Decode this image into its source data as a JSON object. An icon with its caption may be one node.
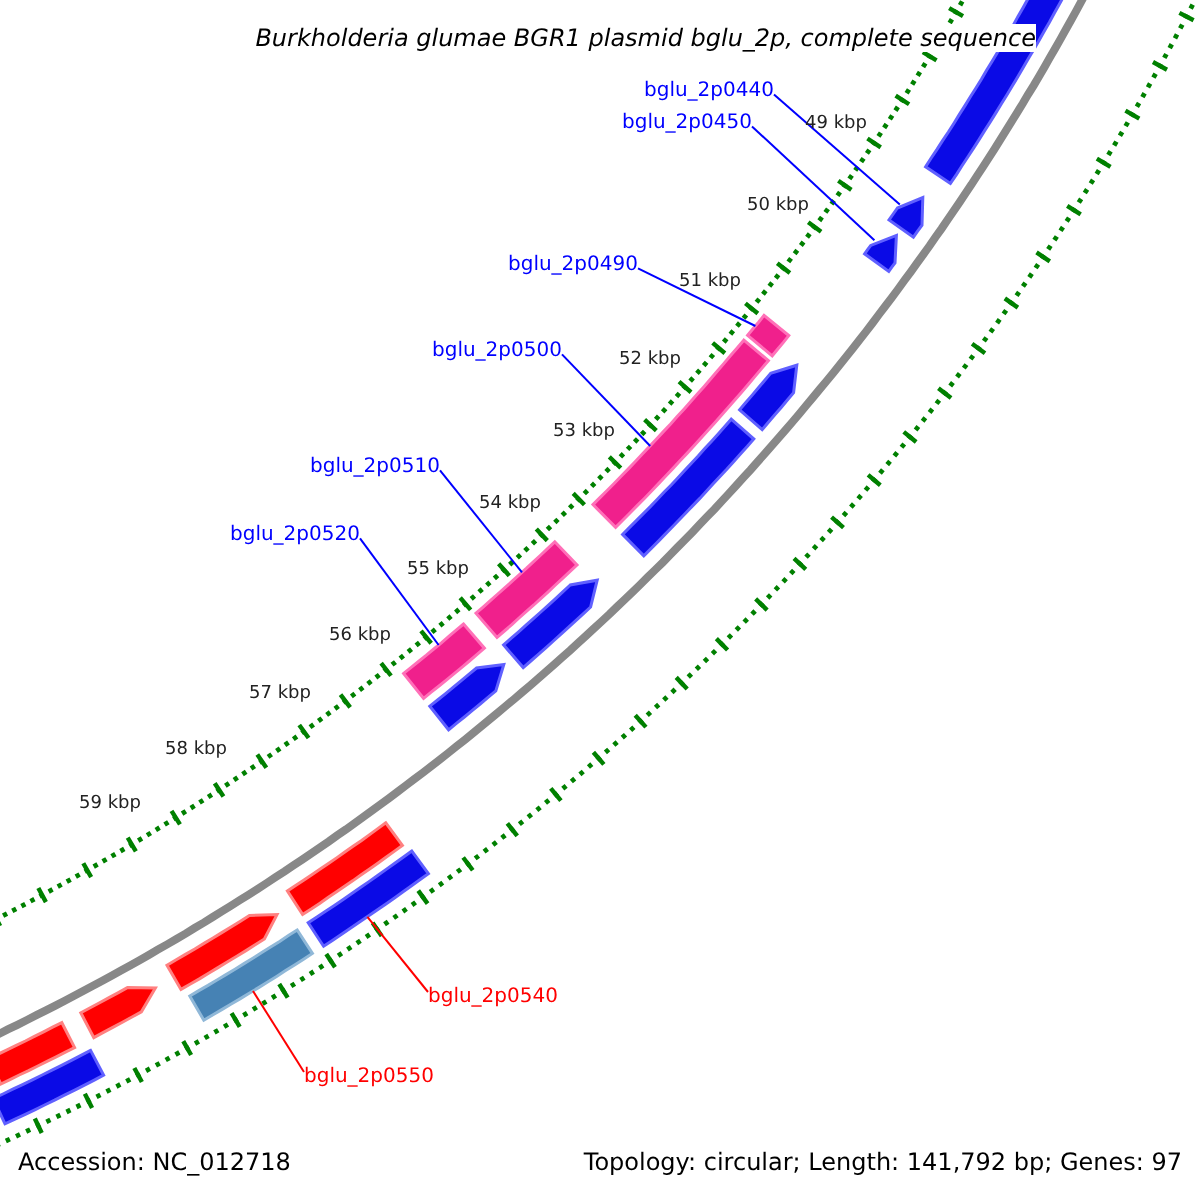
{
  "diagram": {
    "title": "Burkholderia glumae BGR1 plasmid bglu_2p, complete sequence",
    "nodes": [
      {
        "text": [
          "bglu_2p0440"
        ]
      },
      {
        "text": [
          "bglu_2p0450"
        ]
      },
      {
        "text": [
          "bglu_2p0490"
        ]
      },
      {
        "text": [
          "bglu_2p0500"
        ]
      },
      {
        "text": [
          "bglu_2p0510"
        ]
      },
      {
        "text": [
          "bglu_2p0520"
        ]
      },
      {
        "text": [
          "bglu_2p0540"
        ]
      },
      {
        "text": [
          "bglu_2p0550"
        ]
      },
      {
        "text": [],
        "shape": "pentagon"
      },
      {
        "text": [],
        "shape": "pentagon"
      },
      {
        "text": [],
        "shape": "bar"
      },
      {
        "text": [],
        "shape": "bar"
      },
      {
        "text": [],
        "shape": "bar"
      },
      {
        "text": [],
        "shape": "bar"
      },
      {
        "text": [],
        "shape": "bar"
      },
      {
        "text": [],
        "shape": "bar"
      },
      {
        "text": [],
        "shape": "pentagon"
      },
      {
        "text": [],
        "shape": "pentagon"
      },
      {
        "text": [],
        "shape": "bar"
      },
      {
        "text": [],
        "shape": "pentagon"
      },
      {
        "text": [],
        "shape": "pentagon"
      },
      {
        "text": [],
        "shape": "bar"
      },
      {
        "text": [],
        "shape": "pentagon"
      },
      {
        "text": [],
        "shape": "pentagon"
      },
      {
        "text": [],
        "shape": "bar"
      },
      {
        "text": [],
        "shape": "bar"
      }
    ],
    "edges": [
      {
        "from": 0,
        "to": 8,
        "arrow": "none"
      },
      {
        "from": 1,
        "to": 9,
        "arrow": "none"
      },
      {
        "from": 2,
        "to": 10,
        "arrow": "none"
      },
      {
        "from": 3,
        "to": 11,
        "arrow": "none"
      },
      {
        "from": 4,
        "to": 12,
        "arrow": "none"
      },
      {
        "from": 5,
        "to": 13,
        "arrow": "none"
      },
      {
        "from": 6,
        "to": 14,
        "arrow": "none",
        "color": "#ff0000"
      },
      {
        "from": 7,
        "to": 15,
        "arrow": "none",
        "color": "#ff0000"
      }
    ],
    "labels": [
      "49 kbp",
      "50 kbp",
      "51 kbp",
      "52 kbp",
      "53 kbp",
      "54 kbp",
      "55 kbp",
      "56 kbp",
      "57 kbp",
      "58 kbp",
      "59 kbp",
      "Accession: NC_012718",
      "Topology: circular; Length: 141,792 bp; Genes: 97"
    ]
  }
}
